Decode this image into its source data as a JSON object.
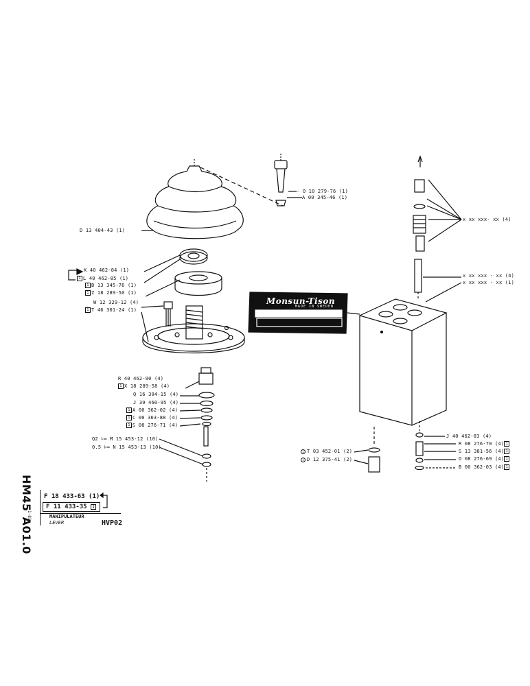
{
  "sheet": {
    "page_code": [
      "HM45",
      "A01.0"
    ],
    "title_ref_1": "F 18 433-63 (1)",
    "title_ref_2": "F 11 433-35",
    "title_ref_2_box": "1",
    "side_small": "1-81",
    "desc_fr": "MANIPULATEUR",
    "desc_en": "LEVER",
    "model_code": "HVP02"
  },
  "nameplate": {
    "brand": "Monsun-Tison",
    "subtitle": "MADE IN SWEDEN"
  },
  "callouts": {
    "o_10_279": "O 10 279-76 (1)",
    "a_00_345": "A 00 345-46 (1)",
    "d_13_404": "D 13 404-43 (1)",
    "k_40_462": "K 40 462-84 (1)",
    "l_40_462": "L 40 462-85 (1)",
    "b_13_345": "B 13 345-76 (1)",
    "z_18_289": "Z 18 289-50 (1)",
    "w_12_329": "W 12 329-12 (4)",
    "t_46_301": "T 46 301-24 (1)",
    "r_40_462": "R 40 462-90 (4)",
    "x_18_289": "X 18 289-58 (4)",
    "q_16_304": "Q 16 304-15 (4)",
    "j_39_460": "J 39 460-95 (4)",
    "a_00_362": "A 00 362-02 (4)",
    "c_00_363": "C 00 363-88 (4)",
    "s_08_276": "S 08 276-71 (4)",
    "m_15_453": "M 15 453-12 (10)",
    "n_15_453": "N 15 453-13 (10)",
    "m_qty": "Q2",
    "n_qty": "0.5",
    "xx_upper": "x xx xxx- xx (4)",
    "xx_mid": "x xx xxx - xx (4)",
    "xx_low": "x xx xxx - xx (1)",
    "t_03_452": "T 03 452-01 (2)",
    "d_12_375": "D 12 375-41 (2)",
    "j_40_462": "J 40 462-83 (4)",
    "r_08_276": "R 08 276-70 (4)",
    "s_13_381": "S 13 381-56 (4)",
    "o_08_276": "O 08 276-69 (4)",
    "b_00_362": "B 00 362-03 (4)"
  }
}
